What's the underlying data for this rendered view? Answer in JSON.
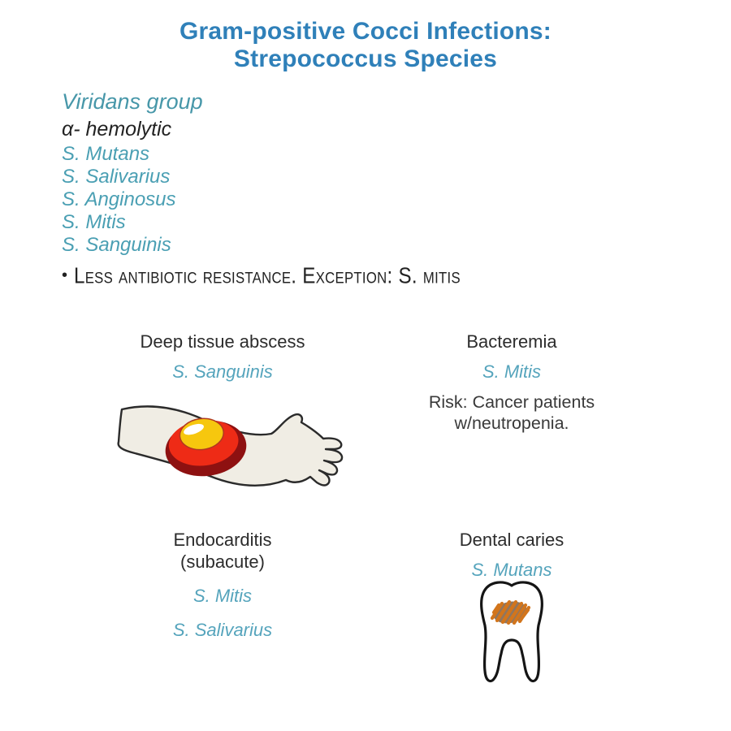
{
  "page": {
    "title_line1": "Gram-positive Cocci Infections:",
    "title_line2": "Strepococcus Species"
  },
  "intro": {
    "group_name": "Viridans group",
    "hemolysis": "α- hemolytic",
    "species": [
      "S. Mutans",
      "S. Salivarius",
      "S. Anginosus",
      "S. Mitis",
      "S. Sanguinis"
    ],
    "bullet_marker": "•",
    "bullet_text": "Less antibiotic resistance. Exception: S. mitis"
  },
  "sections": {
    "deep_tissue": {
      "title": "Deep tissue abscess",
      "species1": "S. Sanguinis",
      "illustration": "arm-with-abscess"
    },
    "bacteremia": {
      "title": "Bacteremia",
      "species1": "S. Mitis",
      "note_line1": "Risk: Cancer patients",
      "note_line2": "w/neutropenia."
    },
    "endocarditis": {
      "title_line1": "Endocarditis",
      "title_line2": "(subacute)",
      "species1": "S. Mitis",
      "species2": "S. Salivarius"
    },
    "dental_caries": {
      "title": "Dental caries",
      "species1": "S. Mutans",
      "illustration": "tooth-with-caries"
    }
  },
  "colors": {
    "title_blue": "#2f80b9",
    "teal_heading": "#4797a9",
    "teal_species": "#55a4bc",
    "text_dark": "#222222",
    "arm_skin": "#f0ede4",
    "abscess_outer": "#8e1111",
    "abscess_mid": "#ee2b16",
    "abscess_core": "#f6c70e",
    "caries_orange": "#d2751c",
    "caries_brown": "#8f7660"
  }
}
